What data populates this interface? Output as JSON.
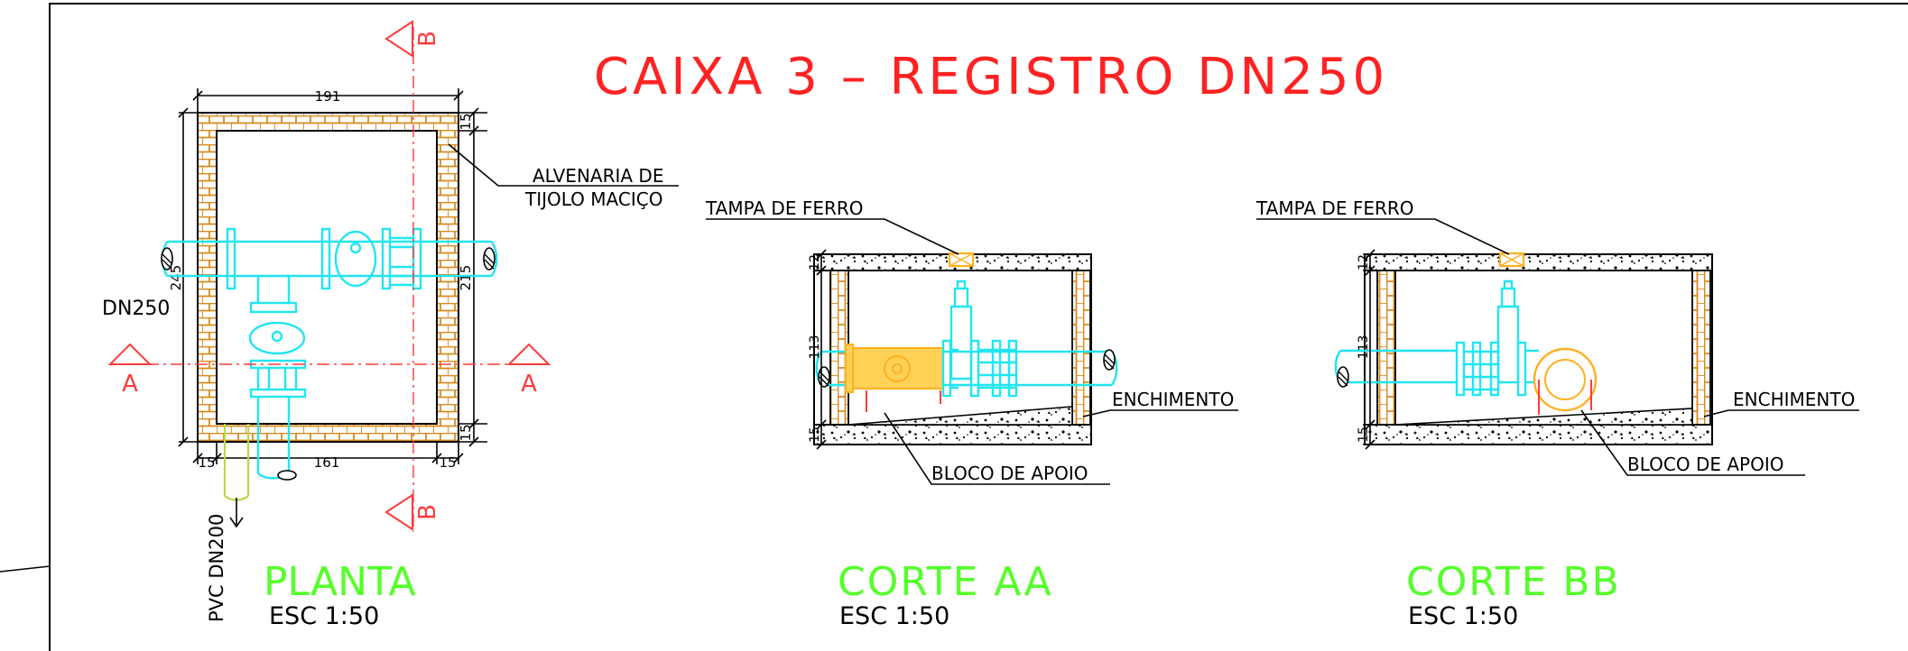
{
  "title": "CAIXA 3 – REGISTRO DN250",
  "section_markers": {
    "a": "A",
    "b": "B"
  },
  "plan": {
    "heading": "PLANTA",
    "scale": "ESC 1:50",
    "pipe_label": "DN250",
    "pvc_label": "PVC DN200",
    "wall_label_line1": "ALVENARIA DE",
    "wall_label_line2": "TIJOLO MACIÇO",
    "dims": {
      "top": "191",
      "top_right": "15",
      "right": "215",
      "bottom_right": "15",
      "left": "245",
      "bot_left": "15",
      "bot_mid": "161",
      "bot_right": "15"
    }
  },
  "cut_aa": {
    "heading": "CORTE AA",
    "scale": "ESC 1:50",
    "lid_label": "TAMPA DE FERRO",
    "fill_label": "ENCHIMENTO",
    "support_label": "BLOCO DE APOIO",
    "dims": {
      "slab_top": "12",
      "height": "113",
      "slab_bottom": "15"
    }
  },
  "cut_bb": {
    "heading": "CORTE BB",
    "scale": "ESC 1:50",
    "lid_label": "TAMPA DE FERRO",
    "fill_label": "ENCHIMENTO",
    "support_label": "BLOCO DE APOIO",
    "dims": {
      "slab_top": "12",
      "height": "113",
      "slab_bottom": "15"
    }
  },
  "colors": {
    "title": "#ff2222",
    "heading": "#55ff2a",
    "pipe": "#22e5f0",
    "brick": "#d98a1e",
    "fitting": "#ffd257",
    "section_line": "#ff3b3b"
  }
}
